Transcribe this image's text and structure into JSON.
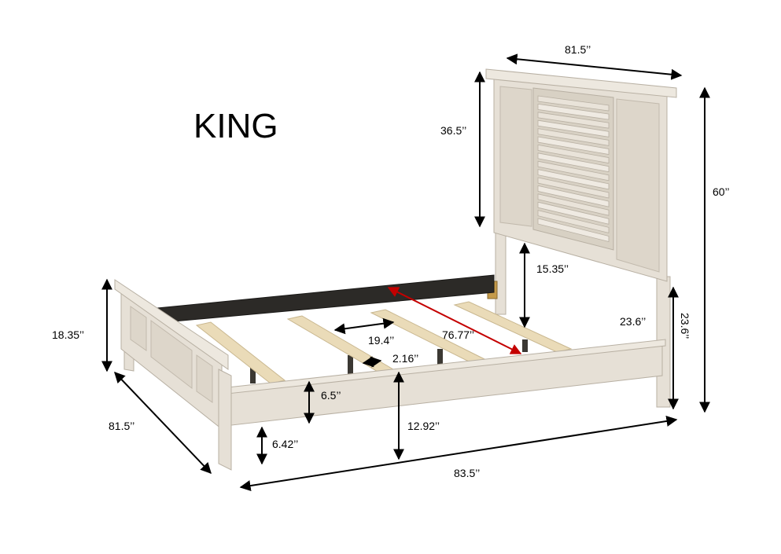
{
  "title": "KING",
  "dimensions": {
    "headboard_width": "81.5’’",
    "headboard_panel_height": "36.5’’",
    "overall_height": "60’’",
    "post_to_rail": "15.35’’",
    "footboard_height": "18.35’’",
    "slat_spacing": "19.4’’",
    "rail_length_inner": "76.77’’",
    "slat_width": "2.16’’",
    "side_rail_height": "6.5’’",
    "headboard_post": "23.6’’",
    "headboard_post_rot": "23.6’’",
    "rail_clearance": "12.92’’",
    "footboard_width": "81.5’’",
    "leg_height": "6.42’’",
    "overall_length": "83.5’’"
  },
  "colors": {
    "wood": "#e6e0d6",
    "wood_edge": "#b8b0a3",
    "wood_dark": "#cfc7ba",
    "slat": "#eadbb8",
    "slat_edge": "#c9b78f",
    "rail_inner": "#2c2a27",
    "bracket": "#3b3833",
    "arrow": "#000000",
    "arrow_red": "#c40000"
  }
}
